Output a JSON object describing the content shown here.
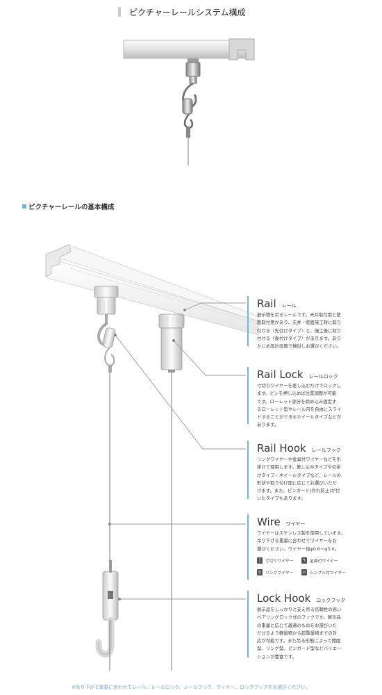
{
  "header": {
    "title": "ピクチャーレールシステム構成"
  },
  "section": {
    "title": "ピクチャーレールの基本構成"
  },
  "parts": [
    {
      "title": "Rail",
      "subtitle": "レール",
      "lines": [
        "展示物を吊るレールです。天井取付用と壁",
        "面取付用があり、天井・壁面施工時に取り",
        "付ける〈先付けタイプ〉と、施工後に取り",
        "付ける〈後付けタイプ〉があります。あら",
        "かじめ設計段階で検討しお選びください。"
      ]
    },
    {
      "title": "Rail Lock",
      "subtitle": "レールロック",
      "lines": [
        "寸切りワイヤーを差し込むだけでロックし",
        "ます。ピンを押し込めば位置調整が可能",
        "です。ローレット部分を締め込み固定す",
        "るローレット型やレール内を自由にスライ",
        "ドすることができるホイールタイプなどが",
        "あります。"
      ]
    },
    {
      "title": "Rail Hook",
      "subtitle": "レールフック",
      "lines": [
        "リングワイヤーや金具付ワイヤーなどを引",
        "掛けて使用します。差し込みタイプや引掛",
        "けタイプ・ホイールタイプなど、レールの",
        "形状や取り付け面に応じてお選びいただ",
        "けます。また、ピンガード(外れ防止)が付",
        "いたタイプもあります。"
      ]
    },
    {
      "title": "Wire",
      "subtitle": "ワイヤー",
      "lines": [
        "ワイヤーはステンレス製を使用しています。",
        "吊り下げる重量に合わせてワイヤーをお",
        "選びください。ワイヤー径φ0.6〜φ3.0。"
      ],
      "types": [
        "寸切りワイヤー",
        "金具付ワイヤー",
        "リングワイヤー",
        "シンブル付ワイヤー"
      ]
    },
    {
      "title": "Lock Hook",
      "subtitle": "ロックフック",
      "lines": [
        "展示品をしっかりと支え吊る信頼性の高い",
        "ベアリングロック式のフックです。展示品",
        "の重量に応じて最適のものをお選びいた",
        "だけるよう軽量物から超重量物までの対",
        "応が可能です。また吊る形態によって開閉",
        "型、リング型、ピンガード型などバリエー",
        "ションが豊富です。"
      ]
    }
  ],
  "footer": {
    "note": "※吊り下げる重量に合わせてレール、レールロック、レールフック、ワイヤー、ロックフックをお選びください。"
  },
  "colors": {
    "accent": "#6cb7dc",
    "leader_line": "#9a9a9a",
    "rail": "#f2f2f2"
  }
}
